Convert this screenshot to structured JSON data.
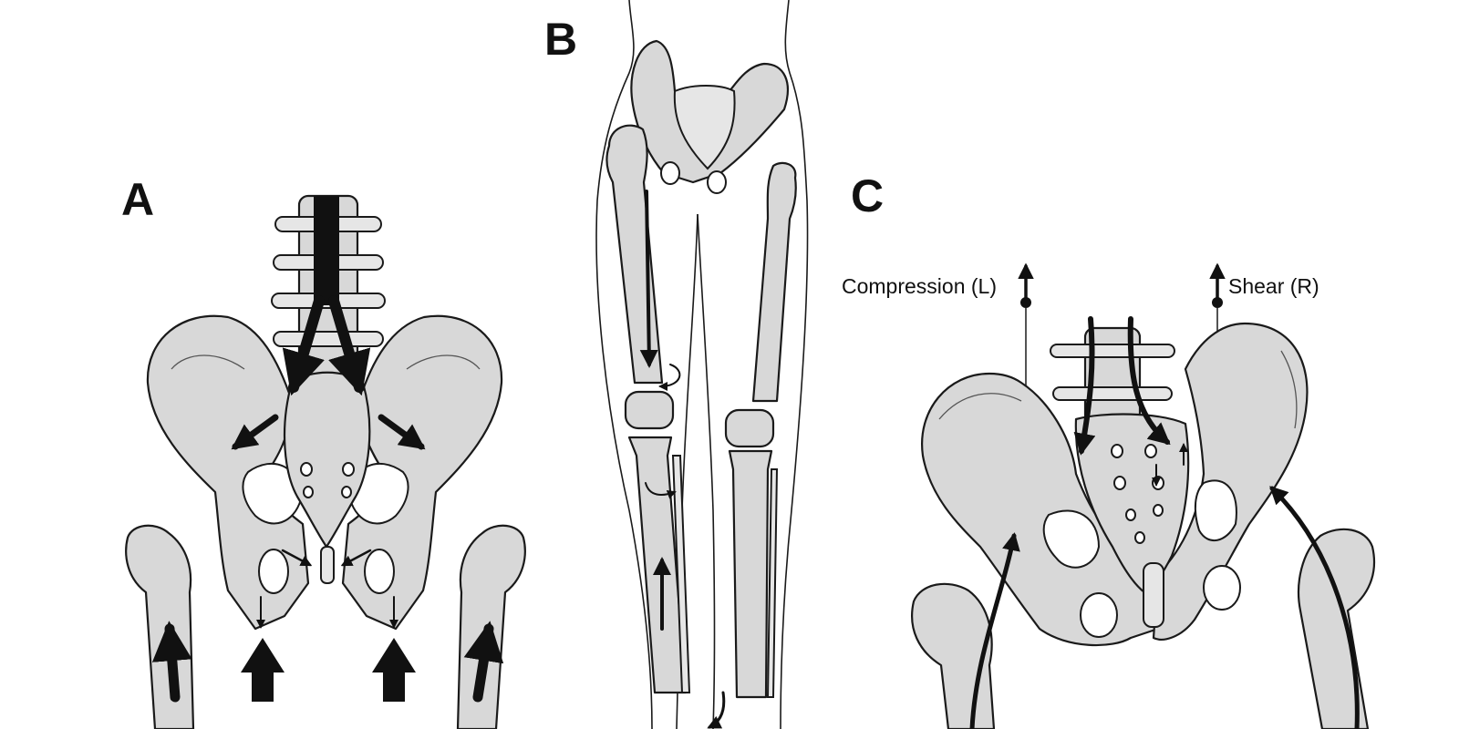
{
  "panels": {
    "a": {
      "label": "A"
    },
    "b": {
      "label": "B"
    },
    "c": {
      "label": "C",
      "legend_compression": "Compression (L)",
      "legend_shear": "Shear (R)"
    }
  },
  "colors": {
    "bone": "#d8d8d8",
    "outline": "#1a1a1a",
    "arrow": "#111111",
    "background": "#ffffff"
  }
}
